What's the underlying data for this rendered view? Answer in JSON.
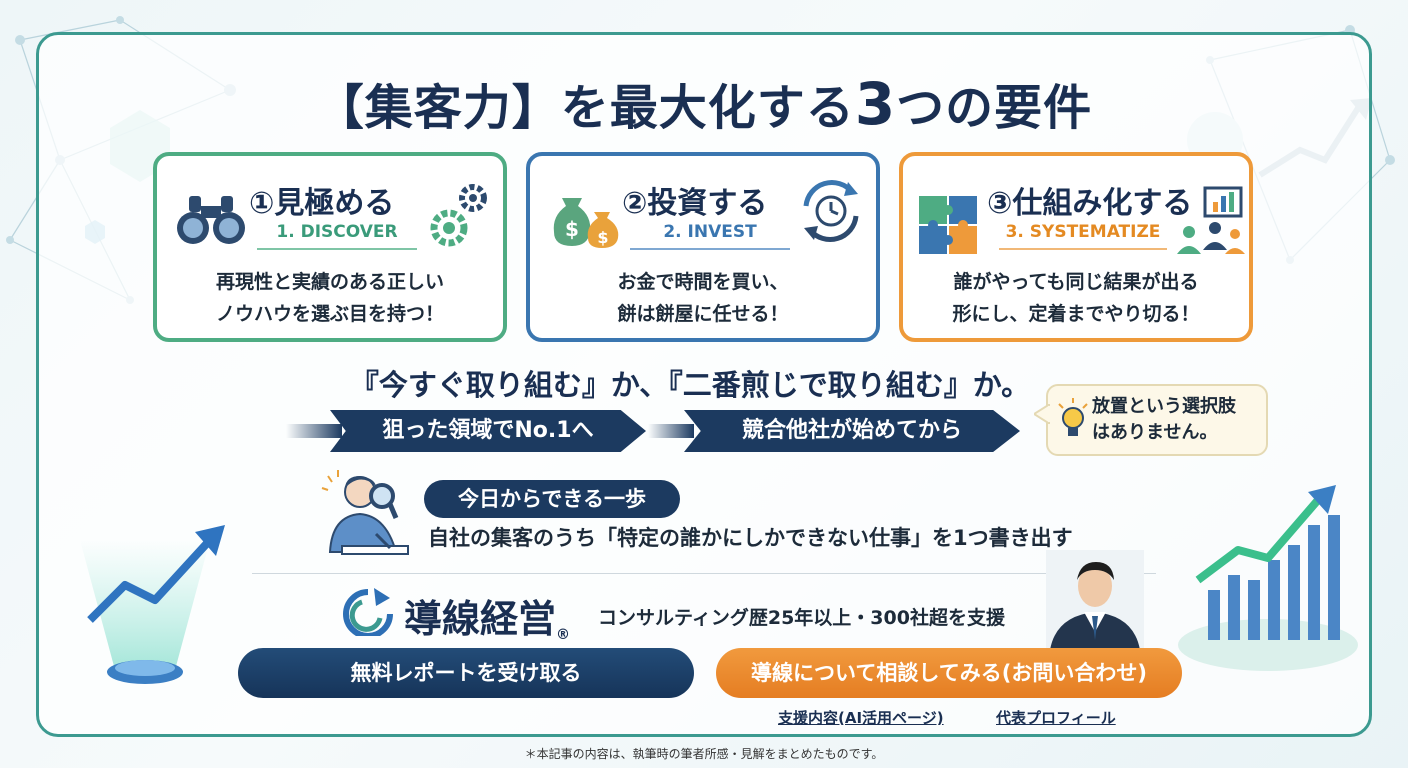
{
  "title": {
    "part1": "【集客力】を最大化する",
    "num": "3",
    "part2": "つの要件"
  },
  "cards": [
    {
      "title": "①見極める",
      "subtitle": "1. DISCOVER",
      "desc1": "再現性と実績のある正しい",
      "desc2": "ノウハウを選ぶ目を持つ！",
      "icon": "binoculars-icon",
      "icon2": "gears-icon",
      "accent": "#4eac83"
    },
    {
      "title": "②投資する",
      "subtitle": "2. INVEST",
      "desc1": "お金で時間を買い、",
      "desc2": "餅は餅屋に任せる！",
      "icon": "money-bags-icon",
      "icon2": "clock-cycle-icon",
      "accent": "#3a76b0"
    },
    {
      "title": "③仕組み化する",
      "subtitle": "3. SYSTEMATIZE",
      "desc1": "誰がやっても同じ結果が出る",
      "desc2": "形にし、定着までやり切る！",
      "icon": "puzzle-icon",
      "icon2": "team-presentation-icon",
      "accent": "#ee9a3a"
    }
  ],
  "headline": "『今すぐ取り組む』か、『二番煎じで取り組む』か。",
  "arrows": [
    "狙った領域でNo.1へ",
    "競合他社が始めてから"
  ],
  "bubble": {
    "line1": "放置という選択肢",
    "line2": "はありません。",
    "icon": "lightbulb-icon"
  },
  "step": {
    "pill": "今日からできる一歩",
    "text": "自社の集客のうち「特定の誰かにしかできない仕事」を1つ書き出す",
    "icon": "person-magnifier-icon"
  },
  "brand": {
    "name": "導線経営",
    "mark": "®",
    "tagline": "コンサルティング歴25年以上・300社超を支援",
    "icon": "brand-logo-icon"
  },
  "cta": {
    "primary": "無料レポートを受け取る",
    "secondary": "導線について相談してみる(お問い合わせ)"
  },
  "links": {
    "support": "支援内容(AI活用ページ)",
    "profile": "代表プロフィール"
  },
  "footnote": "＊本記事の内容は、執筆時の筆者所感・見解をまとめたものです。",
  "colors": {
    "navy": "#1c3a60",
    "teal": "#3c9a90",
    "orange": "#ee9a3a",
    "green": "#4eac83",
    "blue": "#3a76b0"
  }
}
